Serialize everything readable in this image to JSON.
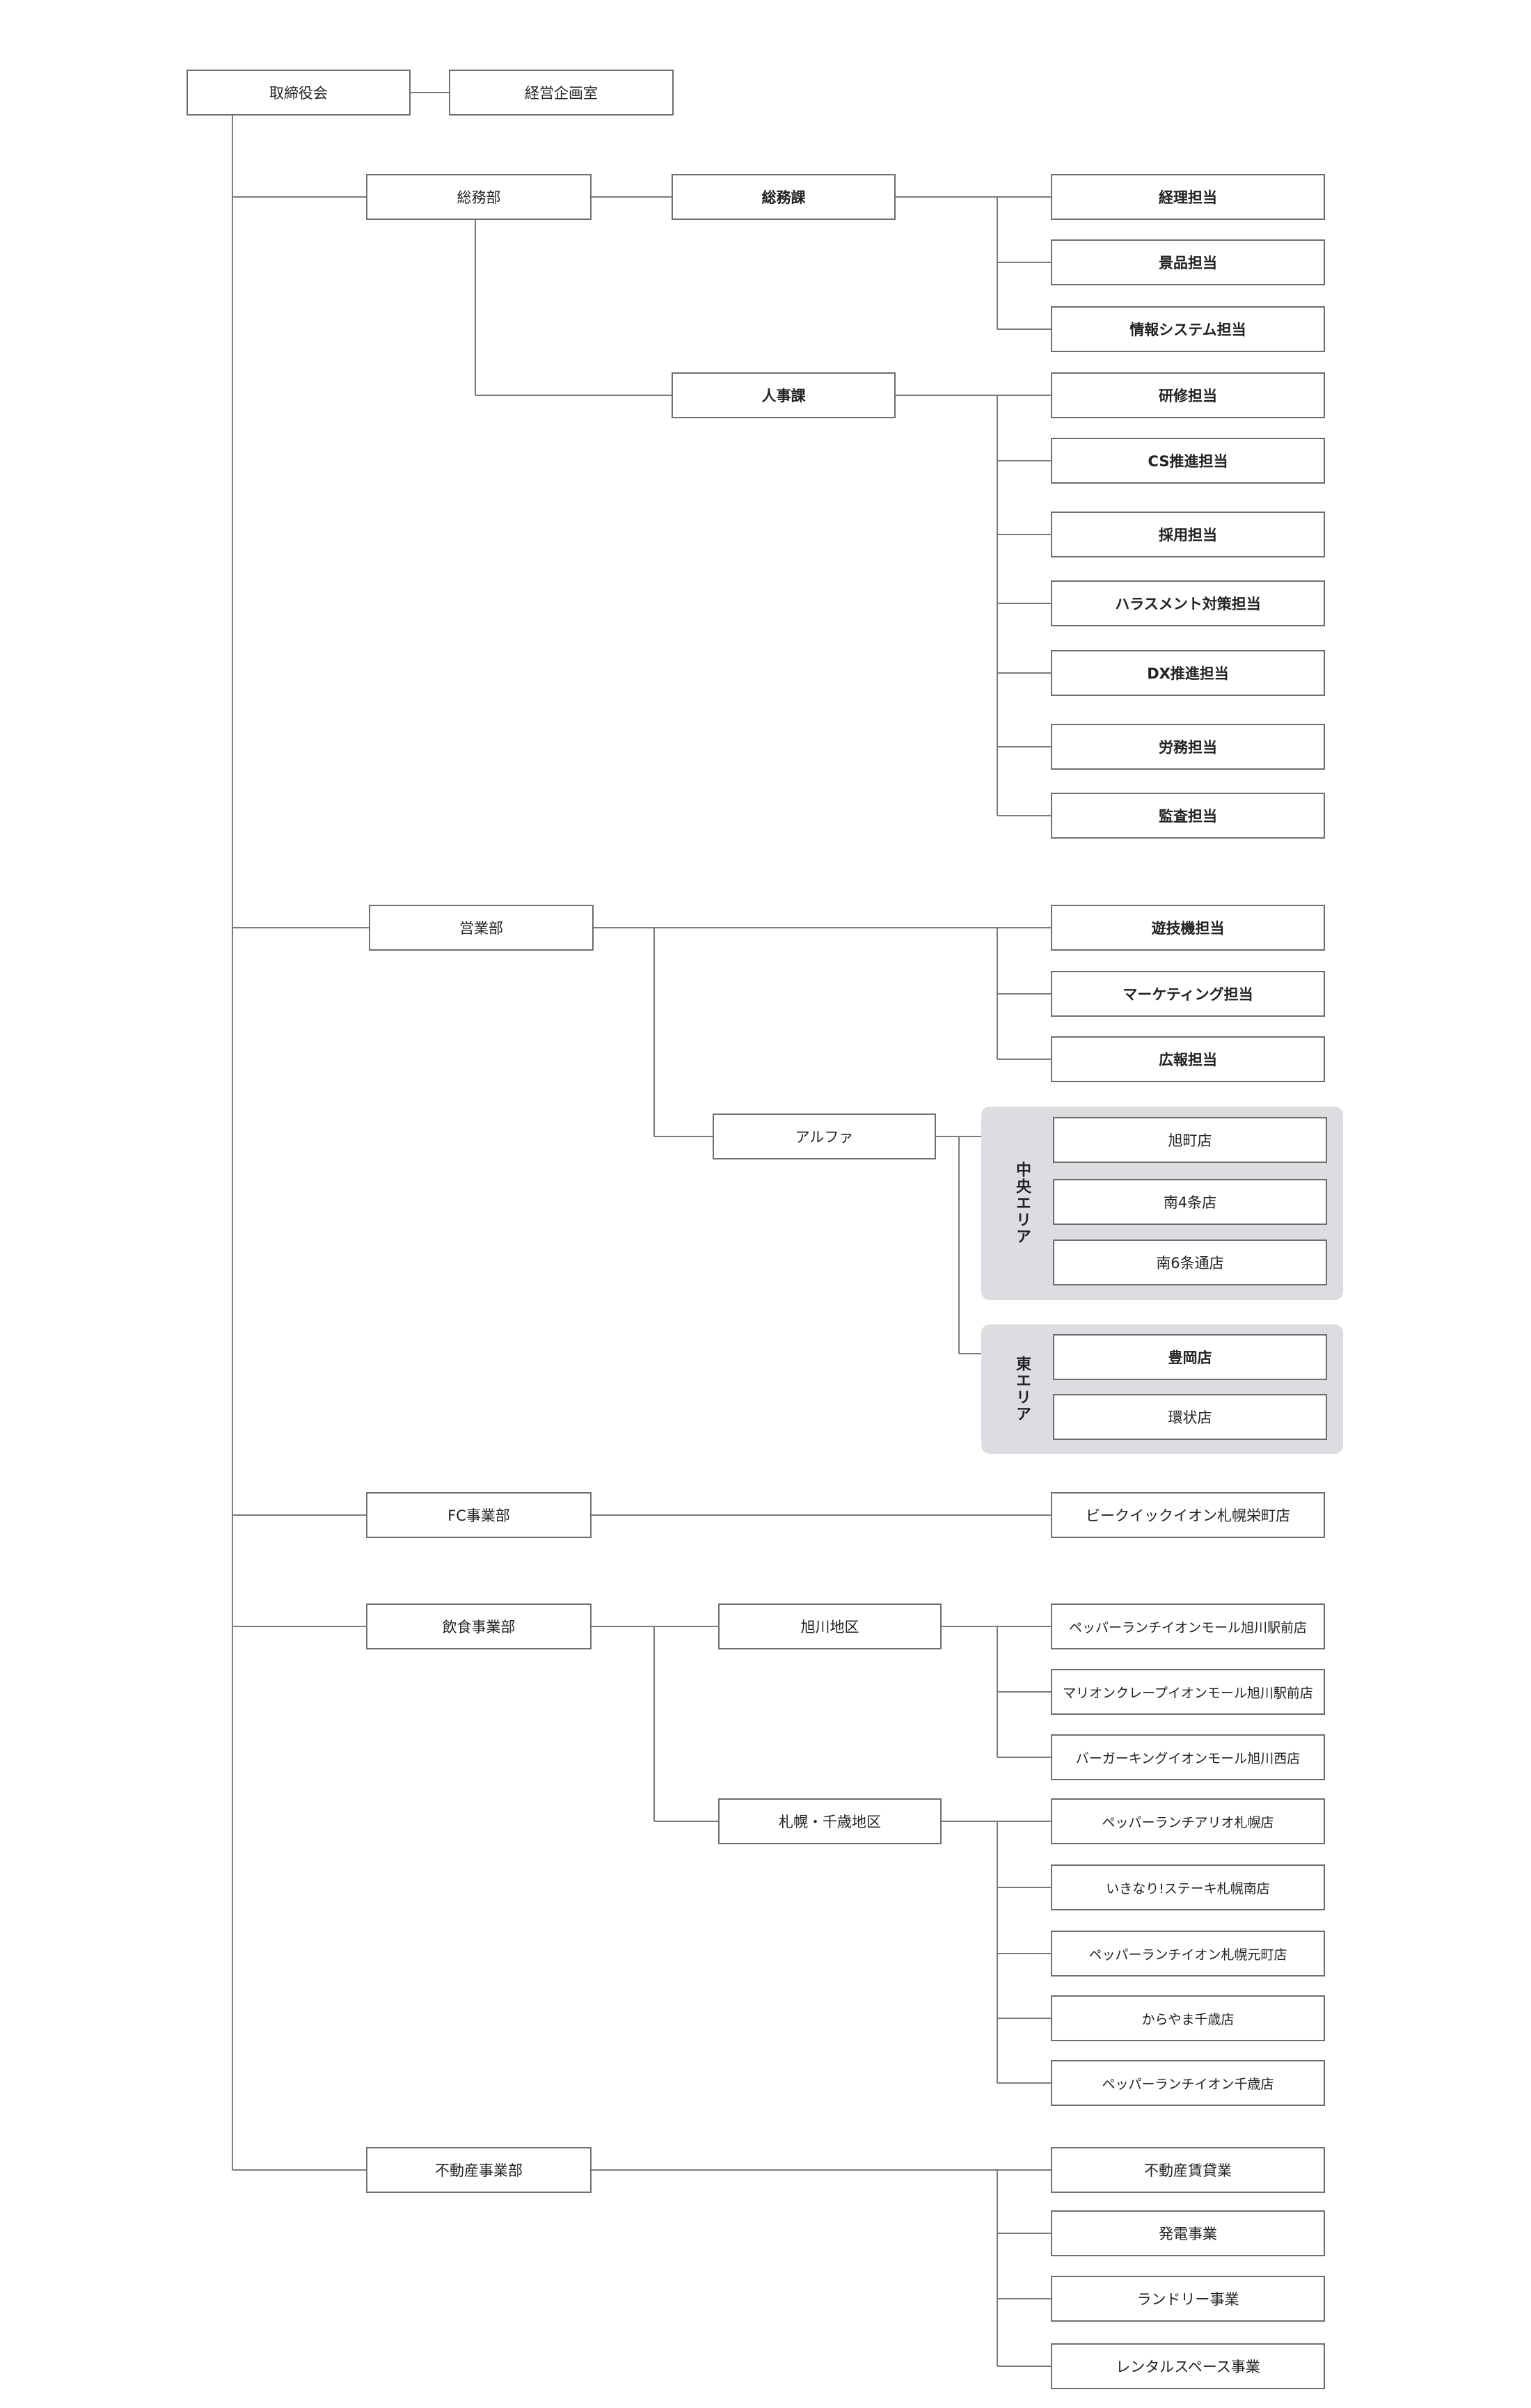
{
  "board": {
    "name": "取締役会"
  },
  "planning_office": {
    "name": "経営企画室"
  },
  "general_affairs": {
    "name": "総務部",
    "general_section": {
      "name": "総務課",
      "roles": [
        "経理担当",
        "景品担当",
        "情報システム担当"
      ]
    },
    "hr_section": {
      "name": "人事課",
      "roles": [
        "研修担当",
        "CS推進担当",
        "採用担当",
        "ハラスメント対策担当",
        "DX推進担当",
        "労務担当",
        "監査担当"
      ]
    }
  },
  "sales": {
    "name": "営業部",
    "roles": [
      "遊技機担当",
      "マーケティング担当",
      "広報担当"
    ],
    "alpha": {
      "name": "アルファ",
      "central_area": {
        "label": "中央エリア",
        "stores": [
          "旭町店",
          "南4条店",
          "南6条通店"
        ]
      },
      "east_area": {
        "label": "東エリア",
        "stores": [
          "豊岡店",
          "環状店"
        ]
      }
    }
  },
  "fc": {
    "name": "FC事業部",
    "stores": [
      "ビークイックイオン札幌栄町店"
    ]
  },
  "food": {
    "name": "飲食事業部",
    "asahikawa": {
      "name": "旭川地区",
      "stores": [
        "ペッパーランチイオンモール旭川駅前店",
        "マリオンクレープイオンモール旭川駅前店",
        "バーガーキングイオンモール旭川西店"
      ]
    },
    "sapporo": {
      "name": "札幌・千歳地区",
      "stores": [
        "ペッパーランチアリオ札幌店",
        "いきなり!ステーキ札幌南店",
        "ペッパーランチイオン札幌元町店",
        "からやま千歳店",
        "ペッパーランチイオン千歳店"
      ]
    }
  },
  "real_estate": {
    "name": "不動産事業部",
    "roles": [
      "不動産賃貸業",
      "発電事業",
      "ランドリー事業",
      "レンタルスペース事業"
    ]
  }
}
